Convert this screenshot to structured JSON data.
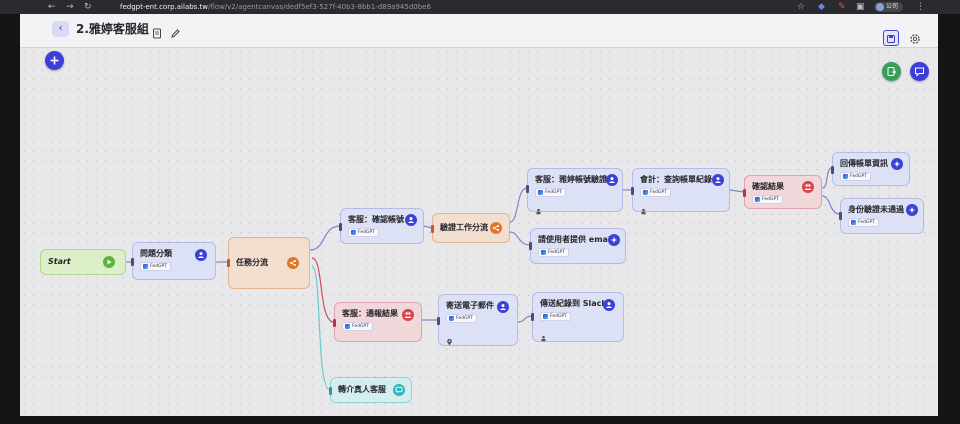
{
  "browser": {
    "url_host": "fedgpt-ent.corp.ailabs.tw",
    "url_path": "/flow/v2/agentcanvas/dedf5ef3-527f-40b3-8bb1-d89a945d0be6",
    "profile_label": "公司",
    "icons": [
      "back-arrow-icon",
      "forward-arrow-icon",
      "reload-icon",
      "star-icon",
      "extension-icon",
      "puzzle-icon",
      "more-menu-icon"
    ]
  },
  "header": {
    "title": "2.雅婷客服組",
    "icons": [
      "chevron-left-icon",
      "document-icon",
      "pencil-icon",
      "save-icon",
      "gear-icon"
    ]
  },
  "canvas": {
    "icons": [
      "plus-icon",
      "export-icon",
      "chat-icon"
    ]
  },
  "colors": {
    "agent": "#3a43d4",
    "router": "#e2772c",
    "condition": "#d9434f",
    "start": "#5bb53a",
    "handoff": "#2fb6bc"
  },
  "nodes": {
    "start": {
      "label": "Start",
      "icon": "play-icon"
    },
    "problem_classify": {
      "label": "問題分類",
      "badge": "FedGPT",
      "icon": "agent-icon"
    },
    "task_route": {
      "label": "任務分流",
      "icon": "share-icon"
    },
    "cs_confirm_account": {
      "label": "客服：確認帳號",
      "badge": "FedGPT",
      "icon": "agent-icon"
    },
    "verify_route": {
      "label": "驗證工作分流",
      "icon": "share-icon"
    },
    "cs_yating_verify": {
      "label": "客服：雅婷帳號驗證",
      "badge": "FedGPT",
      "icon": "agent-icon"
    },
    "accounting_query": {
      "label": "會計：查詢帳單紀錄",
      "badge": "FedGPT",
      "icon": "agent-icon"
    },
    "confirm_result": {
      "label": "確認結果",
      "badge": "FedGPT",
      "icon": "people-icon"
    },
    "return_bill": {
      "label": "回傳帳單資訊",
      "badge": "FedGPT",
      "icon": "sparkle-icon"
    },
    "id_failed": {
      "label": "身份驗證未通過",
      "badge": "FedGPT",
      "icon": "sparkle-icon"
    },
    "ask_email": {
      "label": "請使用者提供 email",
      "badge": "FedGPT",
      "icon": "sparkle-icon"
    },
    "cs_report": {
      "label": "客服：通報結果",
      "badge": "FedGPT",
      "icon": "people-icon"
    },
    "send_email": {
      "label": "寄送電子郵件",
      "badge": "FedGPT",
      "icon": "agent-icon"
    },
    "send_slack": {
      "label": "傳送紀錄到 Slack",
      "badge": "FedGPT",
      "icon": "agent-icon"
    },
    "transfer_human": {
      "label": "轉介真人客服",
      "icon": "chat-icon"
    }
  },
  "edges": [
    [
      "start",
      "problem_classify"
    ],
    [
      "problem_classify",
      "task_route"
    ],
    [
      "task_route",
      "cs_confirm_account"
    ],
    [
      "task_route",
      "cs_report"
    ],
    [
      "task_route",
      "transfer_human"
    ],
    [
      "cs_confirm_account",
      "verify_route"
    ],
    [
      "verify_route",
      "cs_yating_verify"
    ],
    [
      "verify_route",
      "ask_email"
    ],
    [
      "cs_yating_verify",
      "accounting_query"
    ],
    [
      "accounting_query",
      "confirm_result"
    ],
    [
      "confirm_result",
      "return_bill"
    ],
    [
      "confirm_result",
      "id_failed"
    ],
    [
      "cs_report",
      "send_email"
    ],
    [
      "send_email",
      "send_slack"
    ]
  ]
}
